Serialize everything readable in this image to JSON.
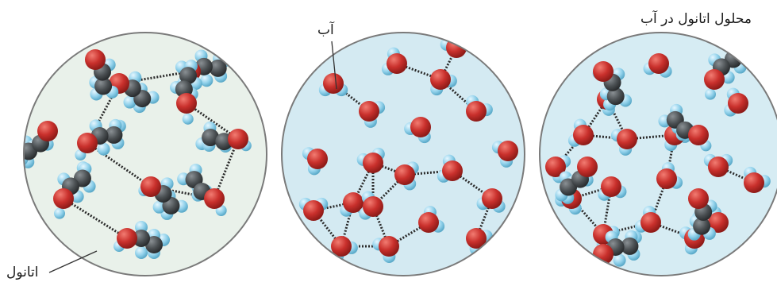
{
  "labels": {
    "ethanol": "اتانول",
    "water": "آب",
    "solution": "محلول اتانول در آب"
  },
  "colors": {
    "oxygen": "#c9302c",
    "hydrogen": "#8fd0ea",
    "carbon": "#4a4f52",
    "hbond": "#2b2b2b",
    "bg_ethanol": "#e9f1ea",
    "bg_water": "#d4eaf2",
    "bg_solution": "#d6ecf3"
  }
}
